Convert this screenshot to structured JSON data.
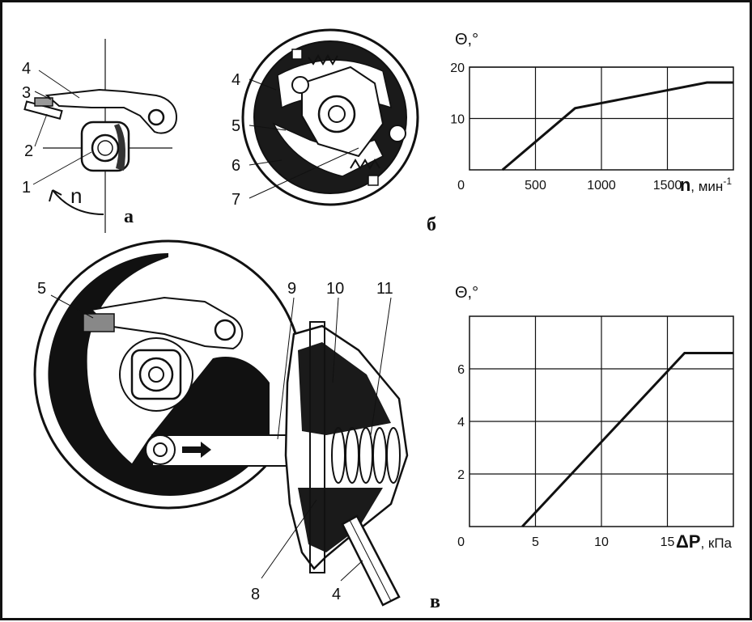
{
  "figure": {
    "panel_labels": {
      "a": "а",
      "b": "б",
      "v": "в"
    },
    "callouts_a": [
      "4",
      "3",
      "2",
      "1"
    ],
    "rotation_label": "n",
    "callouts_b": [
      "4",
      "5",
      "6",
      "7"
    ],
    "callouts_v": [
      "5",
      "9",
      "10",
      "11",
      "8",
      "4"
    ]
  },
  "chart_data": [
    {
      "type": "line",
      "title": "",
      "ylabel": "Θ,°",
      "xlabel_bold": "n",
      "xlabel_rest": ", мин",
      "xlabel_sup": "-1",
      "origin_label": "0",
      "xlim": [
        0,
        2000
      ],
      "ylim": [
        0,
        20
      ],
      "x_ticks": [
        500,
        1000,
        1500
      ],
      "y_ticks": [
        10,
        20
      ],
      "x_tick_labels": [
        "500",
        "1000",
        "1500"
      ],
      "y_tick_labels": [
        "10",
        "20"
      ],
      "grid": true,
      "series": [
        {
          "x": [
            250,
            800,
            1800,
            2000
          ],
          "y": [
            0,
            12,
            17,
            17
          ]
        }
      ]
    },
    {
      "type": "line",
      "title": "",
      "ylabel": "Θ,°",
      "xlabel_bold": "ΔP",
      "xlabel_rest": ", кПа",
      "xlabel_sup": "",
      "origin_label": "0",
      "xlim": [
        0,
        20
      ],
      "ylim": [
        0,
        8
      ],
      "x_ticks": [
        5,
        10,
        15
      ],
      "y_ticks": [
        2,
        4,
        6
      ],
      "x_tick_labels": [
        "5",
        "10",
        "15"
      ],
      "y_tick_labels": [
        "2",
        "4",
        "6"
      ],
      "grid": true,
      "series": [
        {
          "x": [
            4,
            16.3,
            20
          ],
          "y": [
            0,
            6.6,
            6.6
          ]
        }
      ]
    }
  ]
}
